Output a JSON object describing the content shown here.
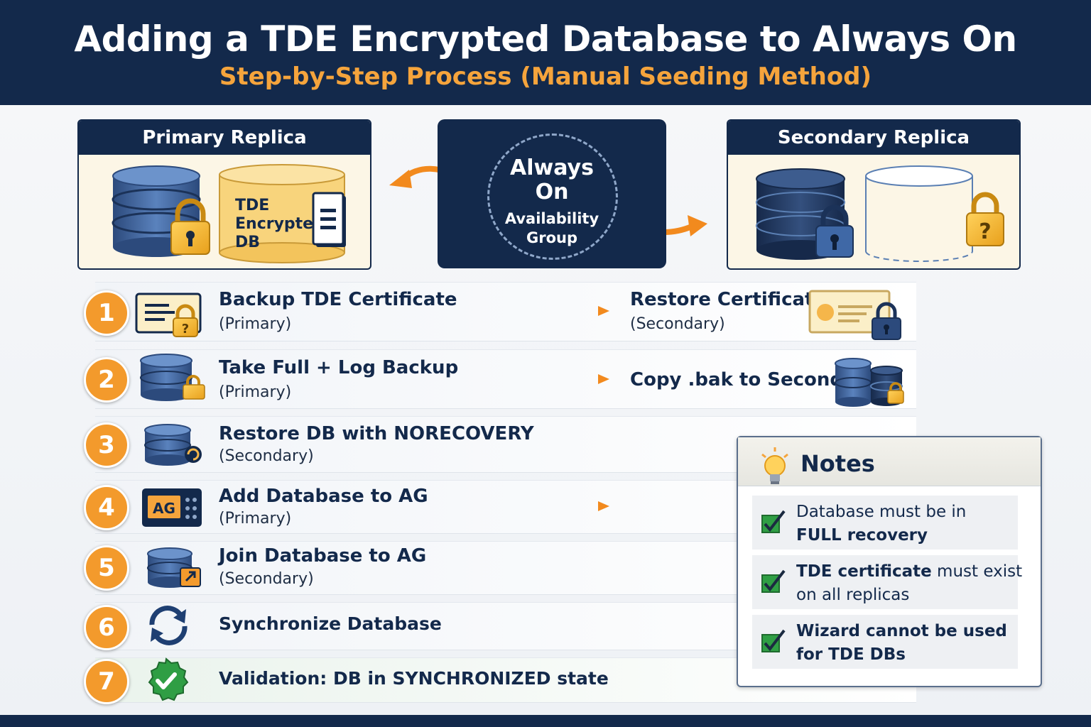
{
  "header": {
    "title": "Adding a TDE Encrypted Database to Always On",
    "subtitle": "Step-by-Step Process (Manual Seeding Method)"
  },
  "primary": {
    "label": "Primary Replica",
    "db_label": [
      "TDE",
      "Encrypted",
      "DB"
    ]
  },
  "always_on": {
    "line1": "Always",
    "line2": "On",
    "line3": "Availability",
    "line4": "Group"
  },
  "secondary": {
    "label": "Secondary Replica",
    "question_mark": "?"
  },
  "steps": [
    {
      "num": "1",
      "title": "Backup TDE Certificate",
      "sub": "(Primary)",
      "right_title": "Restore Certificate",
      "right_sub": "(Secondary)"
    },
    {
      "num": "2",
      "title": "Take Full + Log Backup",
      "sub": "(Primary)",
      "right_title": "Copy .bak to Secondary"
    },
    {
      "num": "3",
      "title": "Restore DB with NORECOVERY",
      "sub": "(Secondary)"
    },
    {
      "num": "4",
      "title": "Add Database to AG",
      "sub": "(Primary)",
      "icon_text": "AG"
    },
    {
      "num": "5",
      "title": "Join Database to AG",
      "sub": "(Secondary)"
    },
    {
      "num": "6",
      "title": "Synchronize Database"
    },
    {
      "num": "7",
      "title": "Validation: DB in SYNCHRONIZED state"
    }
  ],
  "notes": {
    "title": "Notes",
    "items": [
      {
        "line1": "Database must be in",
        "line2": "FULL recovery"
      },
      {
        "line1_bold": "TDE certificate",
        "line1_rest": " must exist",
        "line2": "on all replicas"
      },
      {
        "line1": "Wizard cannot be used",
        "line2": "for TDE DBs"
      }
    ]
  },
  "colors": {
    "navy": "#13294b",
    "orange": "#f39a2c",
    "gold": "#f5a43c",
    "green": "#2f9e44"
  }
}
